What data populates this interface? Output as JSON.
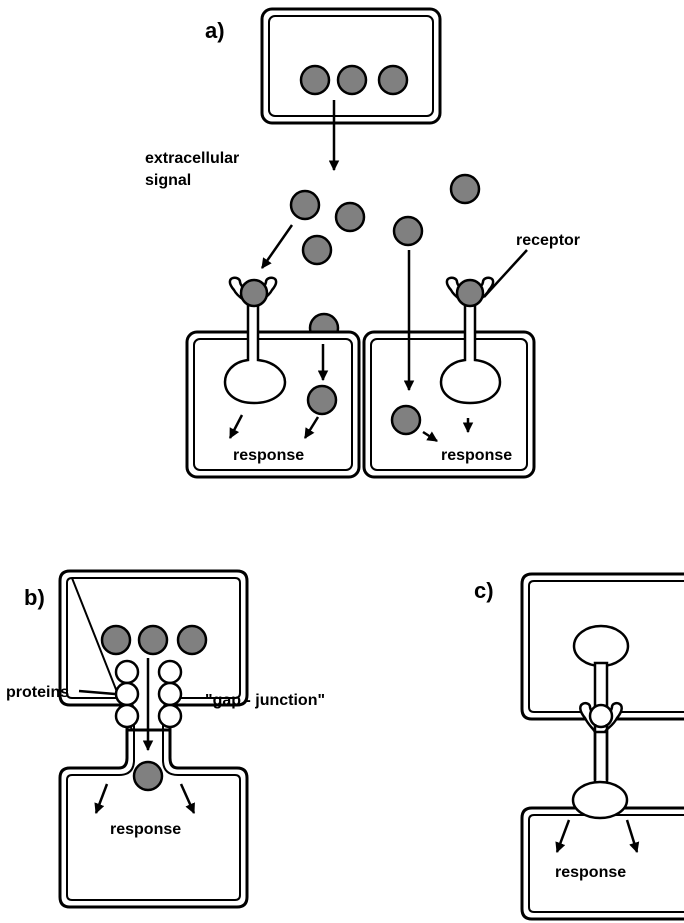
{
  "colors": {
    "molecule_fill": "#808080",
    "stroke": "#000000",
    "background": "#ffffff"
  },
  "panels": {
    "a": {
      "label": "a)",
      "extracellular_signal_line1": "extracellular",
      "extracellular_signal_line2": "signal",
      "receptor_label": "receptor",
      "response_left": "response",
      "response_right": "response"
    },
    "b": {
      "label": "b)",
      "proteins_label": "proteins",
      "gap_junction_label": "\"gap - junction\"",
      "response": "response"
    },
    "c": {
      "label": "c)",
      "response": "response"
    }
  }
}
